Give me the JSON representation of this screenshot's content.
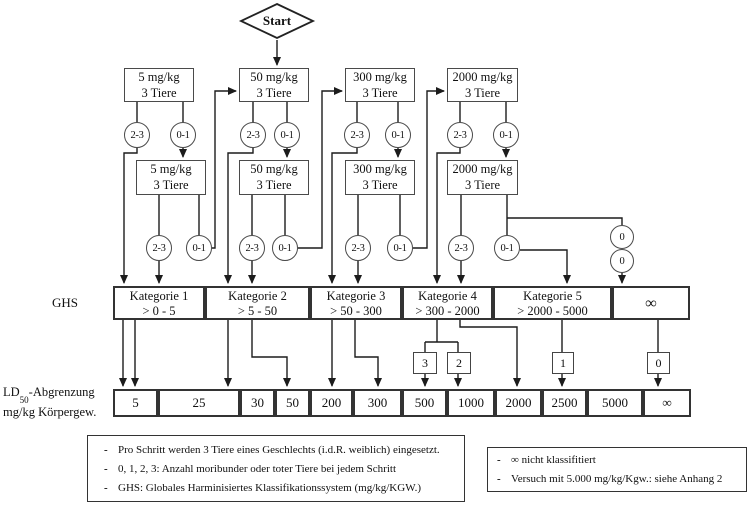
{
  "diagram": {
    "start": "Start",
    "circle_high": "2-3",
    "circle_low": "0-1",
    "circle_zero": "0",
    "doses": [
      {
        "line1": "5 mg/kg",
        "line2": "3 Tiere"
      },
      {
        "line1": "50 mg/kg",
        "line2": "3 Tiere"
      },
      {
        "line1": "300 mg/kg",
        "line2": "3 Tiere"
      },
      {
        "line1": "2000 mg/kg",
        "line2": "3 Tiere"
      }
    ],
    "ghs_axis_label": "GHS",
    "categories": [
      {
        "name": "Kategorie 1",
        "range": "> 0 - 5"
      },
      {
        "name": "Kategorie 2",
        "range": "> 5 - 50"
      },
      {
        "name": "Kategorie 3",
        "range": "> 50 - 300"
      },
      {
        "name": "Kategorie 4",
        "range": "> 300 - 2000"
      },
      {
        "name": "Kategorie 5",
        "range": "> 2000 - 5000"
      }
    ],
    "infinity": "∞",
    "step_counts": [
      "3",
      "2",
      "1",
      "0"
    ],
    "ld50_label": {
      "ld": "LD",
      "sub": "50",
      "rest": "-Abgrenzung",
      "line2": "mg/kg Körpergew."
    },
    "ld50_cells": [
      "5",
      "25",
      "30",
      "50",
      "200",
      "300",
      "500",
      "1000",
      "2000",
      "2500",
      "5000",
      "∞"
    ],
    "bullet": "-",
    "notes_left": [
      "Pro Schritt werden 3 Tiere eines Geschlechts (i.d.R. weiblich) eingesetzt.",
      "0, 1, 2, 3: Anzahl moribunder oder toter Tiere bei jedem Schritt",
      "GHS: Globales Harminisiertes Klassifikationssystem (mg/kg/KGW.)"
    ],
    "notes_right": [
      "∞ nicht klassifitiert",
      "Versuch mit 5.000 mg/kg/Kgw.: siehe Anhang 2"
    ]
  }
}
